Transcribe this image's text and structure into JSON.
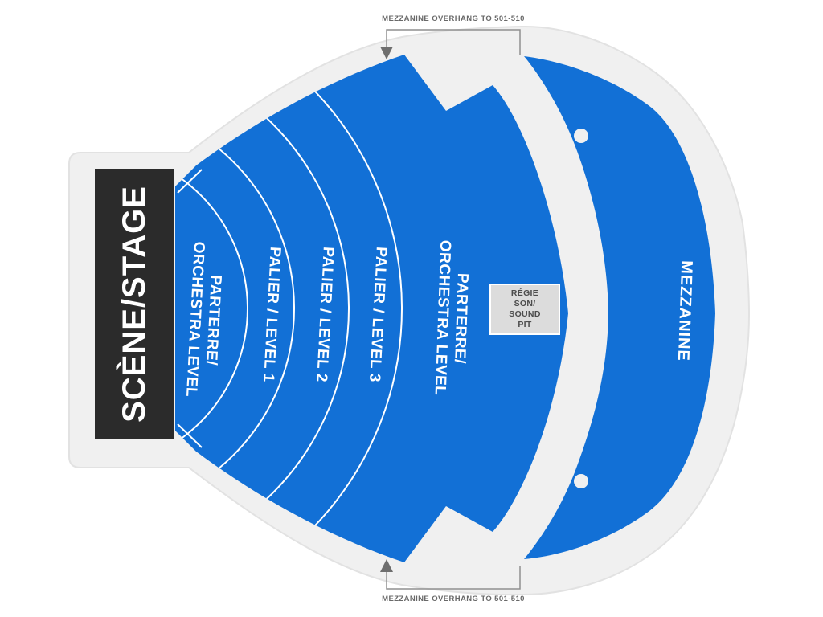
{
  "map_title": "venue-seating-map",
  "colors": {
    "section_blue": "#1270d6",
    "venue_gray": "#f0f0f0",
    "venue_edge": "#e2e2e2",
    "stage_dark": "#2b2b2b",
    "divider_white": "#ffffff",
    "soundpit_gray": "#dcdcdc",
    "soundpit_text": "#4d4d4d",
    "annotation_text": "#696969",
    "annotation_line": "#8f8f8f",
    "background": "#ffffff"
  },
  "stage": {
    "label": "SCÈNE/STAGE"
  },
  "sections": {
    "parterre_front": {
      "line1": "PARTERRE/",
      "line2": "ORCHESTRA LEVEL"
    },
    "palier1": {
      "label": "PALIER / LEVEL 1"
    },
    "palier2": {
      "label": "PALIER / LEVEL 2"
    },
    "palier3": {
      "label": "PALIER / LEVEL 3"
    },
    "parterre_back": {
      "line1": "PARTERRE/",
      "line2": "ORCHESTRA LEVEL"
    },
    "mezzanine": {
      "label": "MEZZANINE"
    },
    "sound_pit": {
      "line1": "RÉGIE",
      "line2": "SON/",
      "line3": "SOUND",
      "line4": "PIT"
    }
  },
  "annotations": {
    "top": "MEZZANINE OVERHANG TO 501-510",
    "bottom": "MEZZANINE OVERHANG TO 501-510"
  }
}
